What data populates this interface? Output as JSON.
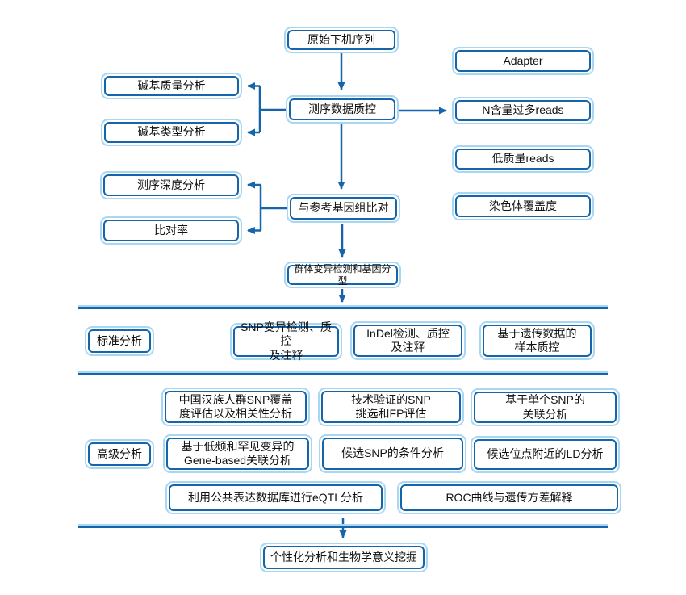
{
  "colors": {
    "dark": "#1565ab",
    "light": "#a9d6f0",
    "text": "#111111"
  },
  "nodes": {
    "raw_sequence": {
      "label": "原始下机序列"
    },
    "adapter": {
      "label": "Adapter"
    },
    "seq_qc": {
      "label": "测序数据质控"
    },
    "n_reads": {
      "label": "N含量过多reads"
    },
    "base_quality": {
      "label": "碱基质量分析"
    },
    "base_type": {
      "label": "碱基类型分析"
    },
    "low_quality": {
      "label": "低质量reads"
    },
    "chr_coverage": {
      "label": "染色体覆盖度"
    },
    "depth": {
      "label": "测序深度分析"
    },
    "mapping_rate": {
      "label": "比对率"
    },
    "align_ref": {
      "label": "与参考基因组比对"
    },
    "variant_calling": {
      "label": "群体变异检测和基因分型"
    },
    "standard_label": {
      "label": "标准分析"
    },
    "snp": {
      "label": "SNP变异检测、质控\n及注释"
    },
    "indel": {
      "label": "InDel检测、质控\n及注释"
    },
    "sample_qc": {
      "label": "基于遗传数据的\n样本质控"
    },
    "advanced_label": {
      "label": "高级分析"
    },
    "han_snp": {
      "label": "中国汉族人群SNP覆盖\n度评估以及相关性分析"
    },
    "tech_snp": {
      "label": "技术验证的SNP\n挑选和FP评估"
    },
    "single_snp": {
      "label": "基于单个SNP的\n关联分析"
    },
    "gene_based": {
      "label": "基于低频和罕见变异的\nGene-based关联分析"
    },
    "conditional": {
      "label": "候选SNP的条件分析"
    },
    "ld": {
      "label": "候选位点附近的LD分析"
    },
    "eqtl": {
      "label": "利用公共表达数据库进行eQTL分析"
    },
    "roc": {
      "label": "ROC曲线与遗传方差解释"
    },
    "personalized": {
      "label": "个性化分析和生物学意义挖掘"
    }
  }
}
